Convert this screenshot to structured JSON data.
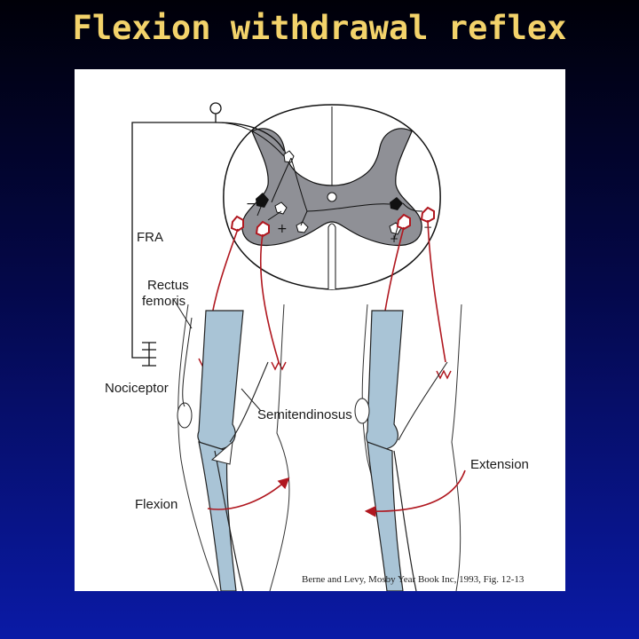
{
  "slide": {
    "title": "Flexion withdrawal reflex",
    "citation": "Berne and Levy, Mosby Year Book Inc, 1993, Fig. 12-13"
  },
  "labels": {
    "fra": "FRA",
    "rectus_femoris": [
      "Rectus",
      "femoris"
    ],
    "nociceptor": "Nociceptor",
    "semitendinosus": "Semitendinosus",
    "flexion": "Flexion",
    "extension": "Extension"
  },
  "colors": {
    "title": "#f3d36b",
    "gray_matter": "#8f9096",
    "bone": "#a9c4d6",
    "nerve": "#b0171f",
    "outline": "#111111"
  }
}
